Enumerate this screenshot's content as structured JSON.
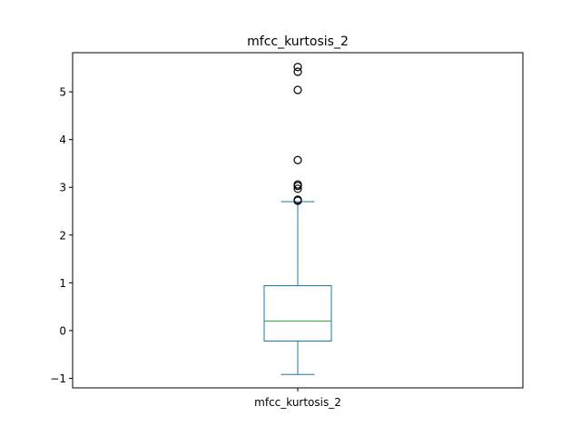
{
  "chart_data": {
    "type": "box",
    "title": "mfcc_kurtosis_2",
    "xlabel": "",
    "ylabel": "",
    "categories": [
      "mfcc_kurtosis_2"
    ],
    "ylim": [
      -1.2,
      5.82
    ],
    "yticks": [
      -1,
      0,
      1,
      2,
      3,
      4,
      5
    ],
    "ytick_labels": [
      "−1",
      "0",
      "1",
      "2",
      "3",
      "4",
      "5"
    ],
    "grid": false,
    "boxes": [
      {
        "label": "mfcc_kurtosis_2",
        "whisker_low": -0.92,
        "q1": -0.22,
        "median": 0.2,
        "q3": 0.94,
        "whisker_high": 2.7,
        "outliers": [
          2.72,
          2.74,
          2.97,
          3.03,
          3.06,
          3.57,
          5.04,
          5.42,
          5.52
        ]
      }
    ],
    "colors": {
      "box": "#1f77b4",
      "median": "#2ca02c",
      "whisker": "#1f77b4",
      "outlier": "#000000"
    }
  }
}
